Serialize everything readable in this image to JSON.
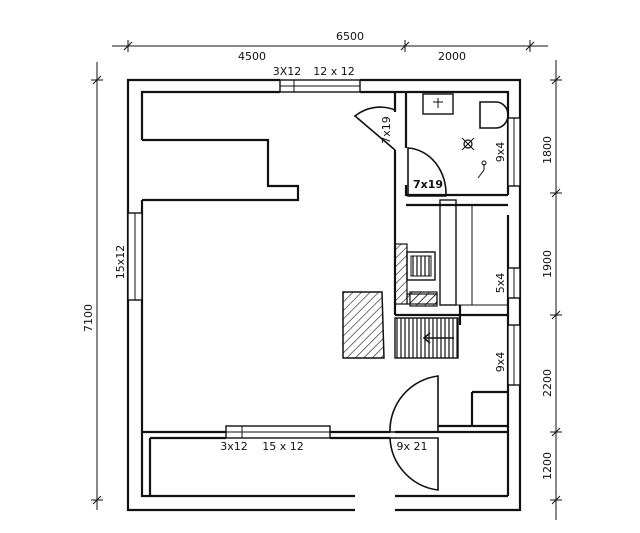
{
  "dimensions": {
    "top_total": "6500",
    "top_left": "4500",
    "top_right": "2000",
    "left_total": "7100",
    "right_1": "1800",
    "right_2": "1900",
    "right_3": "2200",
    "right_4": "1200"
  },
  "openings": {
    "top_window_small": "3X12",
    "top_window_large": "12 x 12",
    "left_window": "15x12",
    "bottom_window_small": "3x12",
    "bottom_window_large": "15 x 12",
    "door_interior_1": "7x19",
    "door_bathroom": "7x19",
    "window_bathroom": "9x4",
    "window_kitchen": "5x4",
    "window_hall": "9x4",
    "door_entrance": "9x 21"
  }
}
